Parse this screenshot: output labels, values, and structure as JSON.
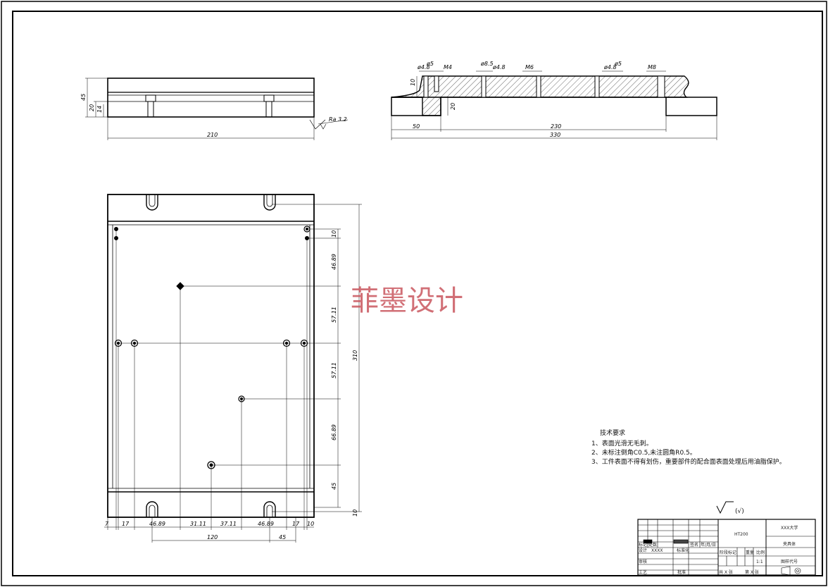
{
  "watermark": "菲墨设计",
  "surface_symbol": "Ra 3.2",
  "front_view_dims": {
    "overall_length": "210",
    "height_total": "45",
    "height_20": "20",
    "height_14": "14"
  },
  "side_section_dims": {
    "hole_labels": [
      "ø4.8",
      "ø5",
      "M4",
      "ø8.5",
      "ø4.8",
      "M6",
      "ø4.8",
      "ø5",
      "M8"
    ],
    "thickness": "10",
    "step": "20",
    "left": "50",
    "middle": "230",
    "overall": "330"
  },
  "plan_view_dims": {
    "vertical_overall": "310",
    "vertical_chain": [
      "10",
      "46.89",
      "57.11",
      "57.11",
      "66.89",
      "45",
      "10"
    ],
    "horizontal_chain": [
      "7",
      "17",
      "46.89",
      "31.11",
      "37.11",
      "46.89",
      "17",
      "10"
    ],
    "bottom_dims": [
      "120",
      "45"
    ]
  },
  "tech_requirements": {
    "title": "技术要求",
    "items": [
      "1、表面光滑无毛刺。",
      "2、未标注倒角C0.5,未注圆角R0.5。",
      "3、工件表面不得有划伤，重要部件的配合面表面处理后用油脂保护。"
    ]
  },
  "roughness_note": "(√)",
  "title_block": {
    "material": "HT200",
    "school": "XXX大学",
    "part_name": "夹具体",
    "drawing_no_label": "图样代号",
    "scale_label": "比例",
    "scale": "1:1",
    "weight_label": "重量",
    "stage_label": "阶段标记",
    "design_label": "设计",
    "designer": "XXXX",
    "std_label": "标准化",
    "review_label": "审核",
    "process_label": "工艺",
    "approve_label": "批准",
    "mark_label": "标记",
    "count_label": "处数",
    "sign_label": "签名",
    "date_label": "年/月/日",
    "sheets_label": "共 X 张",
    "sheet_label": "第 X 张"
  }
}
